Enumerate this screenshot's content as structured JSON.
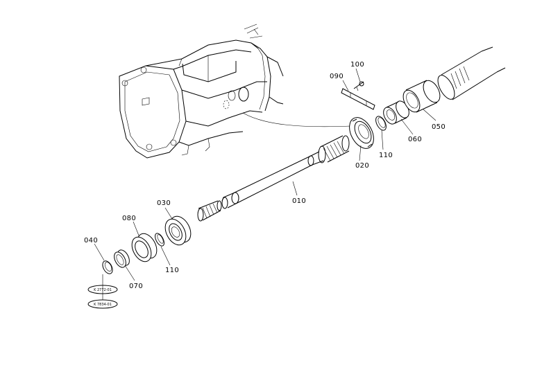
{
  "diagram": {
    "callouts": {
      "p010": "010",
      "p020": "020",
      "p030": "030",
      "p040": "040",
      "p050": "050",
      "p060": "060",
      "p070": "070",
      "p080": "080",
      "p090": "090",
      "p100": "100",
      "p110a": "110",
      "p110b": "110"
    },
    "reference_tags": [
      "K 2772-01",
      "K 7834-01"
    ]
  }
}
